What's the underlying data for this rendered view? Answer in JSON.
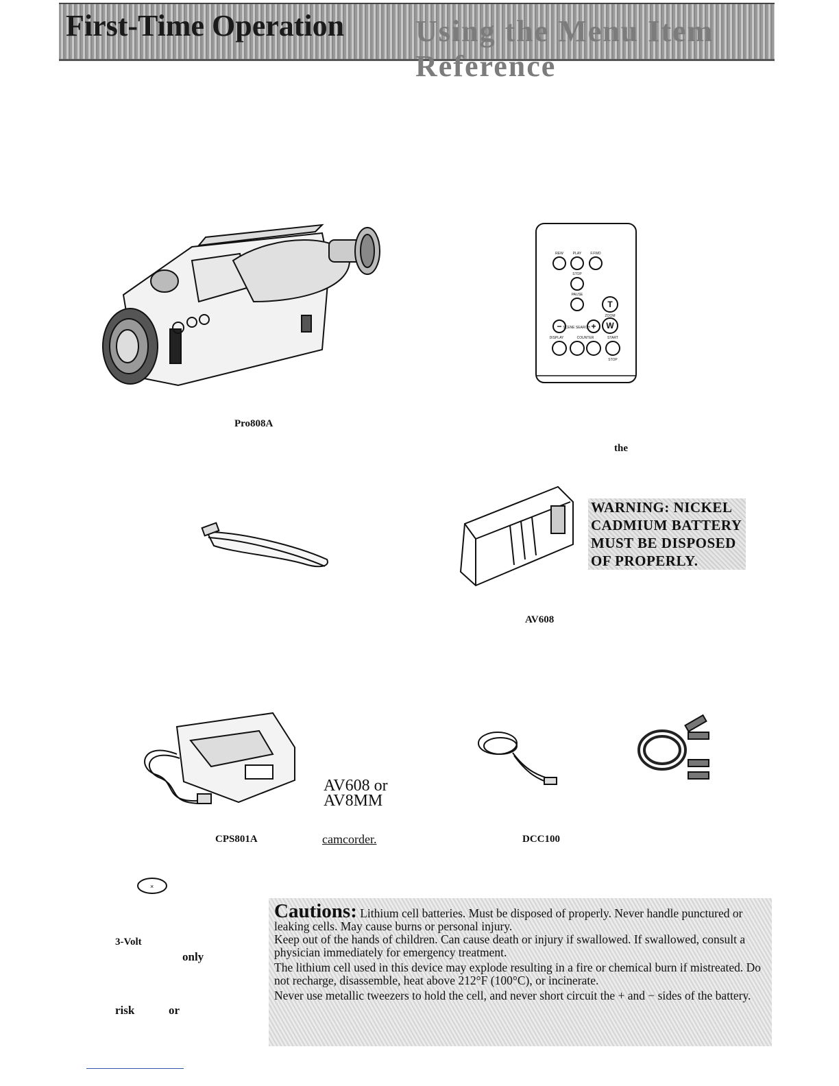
{
  "header": {
    "title": "First-Time Operation",
    "ghost_text": "Using the Menu Item Reference"
  },
  "labels": {
    "camcorder_model": "Pro808A",
    "remote_note": "the",
    "battery_model": "AV608",
    "charger_model": "CPS801A",
    "battery_pack_1": "AV608 or",
    "battery_pack_2": "AV8MM",
    "camcorder_word": "camcorder.",
    "cable_model": "DCC100",
    "lithium_1": "3-Volt",
    "lithium_2": "only",
    "lithium_3": "risk",
    "lithium_4": "or"
  },
  "warning": {
    "lines": [
      "WARNING: NICKEL",
      "CADMIUM BATTERY",
      "MUST BE DISPOSED",
      "OF PROPERLY."
    ]
  },
  "caution": {
    "heading": "Cautions:",
    "p1": "Lithium cell batteries. Must be disposed of properly. Never handle punctured or leaking cells. May cause burns or personal injury.",
    "p2": "Keep out of the hands of children. Can cause death or injury if swallowed. If swallowed, consult a physician immediately for emergency treatment.",
    "p3": "The lithium cell used in this device may explode resulting in a fire or chemical burn if mistreated. Do not recharge, disassemble, heat above 212°F (100°C), or incinerate.",
    "p4": "Never use metallic tweezers to hold the cell, and never short circuit the + and − sides of the battery."
  },
  "remote": {
    "row1": [
      "REW",
      "PLAY",
      "F.FWD"
    ],
    "stop": "STOP",
    "pause": "PAUSE",
    "zoom": "ZOOM",
    "search": "SCENE SEARCH",
    "display": "DISPLAY",
    "counter": "COUNTER",
    "start": "START",
    "stop2": "STOP",
    "zoom_t": "T",
    "zoom_w": "W",
    "minus": "−",
    "plus": "+"
  }
}
